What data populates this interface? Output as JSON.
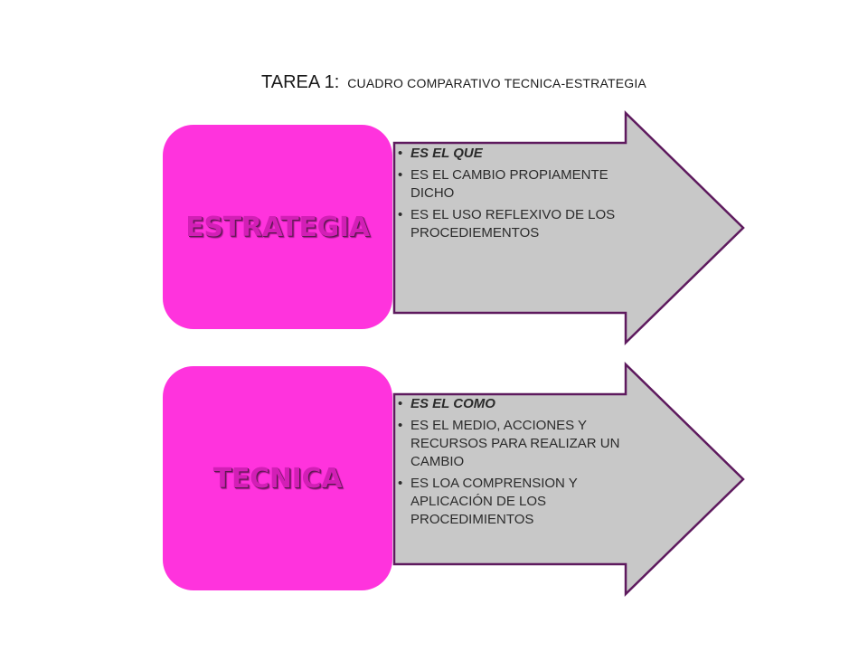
{
  "title": {
    "main": "TAREA 1:",
    "sub": "CUADRO COMPARATIVO  TECNICA-ESTRATEGIA"
  },
  "colors": {
    "label_fill": "#ff33dd",
    "label_text": "#d21fb6",
    "arrow_fill": "#c8c8c8",
    "arrow_stroke": "#5e1a5e"
  },
  "blocks": [
    {
      "label": "ESTRATEGIA",
      "points": [
        "ES EL QUE",
        "ES EL CAMBIO PROPIAMENTE DICHO",
        "ES EL USO REFLEXIVO DE LOS PROCEDIEMENTOS"
      ]
    },
    {
      "label": "TECNICA",
      "points": [
        "ES EL COMO",
        "ES EL MEDIO, ACCIONES Y RECURSOS PARA REALIZAR UN CAMBIO",
        "ES LOA COMPRENSION Y APLICACIÓN DE LOS PROCEDIMIENTOS"
      ]
    }
  ]
}
